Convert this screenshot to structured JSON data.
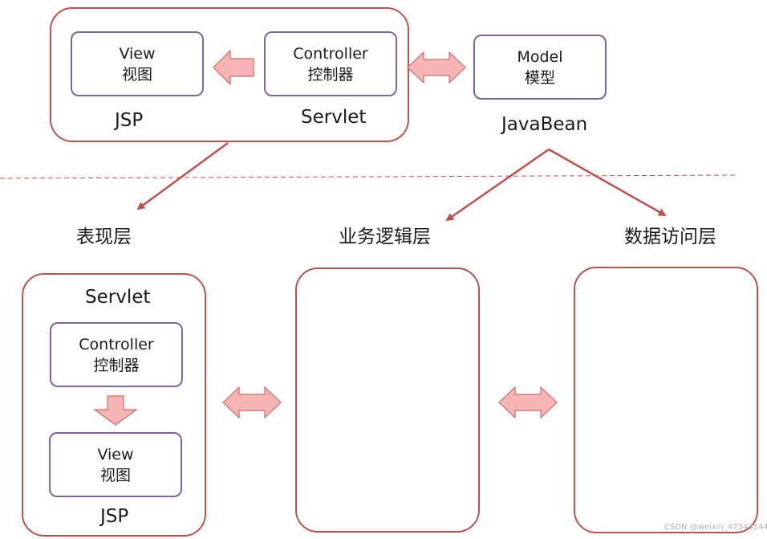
{
  "top": {
    "view_box": {
      "line1": "View",
      "line2": "视图"
    },
    "controller_box": {
      "line1": "Controller",
      "line2": "控制器"
    },
    "model_box": {
      "line1": "Model",
      "line2": "模型"
    },
    "jsp_label": "JSP",
    "servlet_label": "Servlet",
    "javabean_label": "JavaBean"
  },
  "layers": {
    "presentation": "表现层",
    "business": "业务逻辑层",
    "data_access": "数据访问层"
  },
  "bottom": {
    "servlet_label": "Servlet",
    "controller_box": {
      "line1": "Controller",
      "line2": "控制器"
    },
    "view_box": {
      "line1": "View",
      "line2": "视图"
    },
    "jsp_label": "JSP"
  },
  "watermark": "CSDN @weixin_47343544",
  "colors": {
    "outer_border": "#c0504d",
    "inner_border": "#8064a2",
    "arrow_line": "#c0504d",
    "block_arrow_fill": "#f6b5b4",
    "block_arrow_stroke": "#d06a68"
  }
}
